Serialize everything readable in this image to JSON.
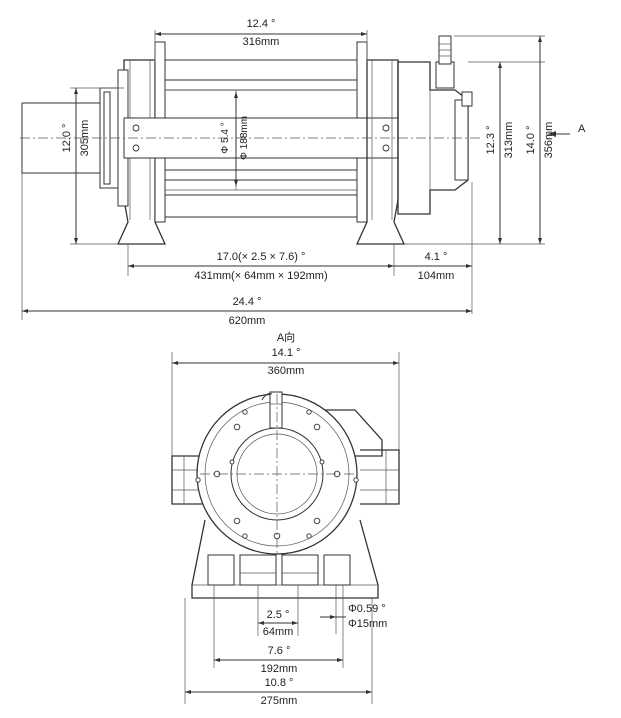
{
  "side_view": {
    "top_width_in": "12.4 °",
    "top_width_mm": "316mm",
    "height_left_in": "12.0 °",
    "height_left_mm": "305mm",
    "drum_dia_in": "Φ 5.4 °",
    "drum_dia_mm": "Φ 188mm",
    "height_right_in": "12.3 °",
    "height_right_mm": "313mm",
    "total_height_in": "14.0 °",
    "total_height_mm": "356mm",
    "arrow_label": "A",
    "base_length_in": "17.0(× 2.5 × 7.6) °",
    "base_length_mm": "431mm(× 64mm × 192mm)",
    "motor_in": "4.1 °",
    "motor_mm": "104mm",
    "total_length_in": "24.4 °",
    "total_length_mm": "620mm"
  },
  "front_view": {
    "title": "A向",
    "width_in": "14.1 °",
    "width_mm": "360mm",
    "bolt_gap_in": "2.5 °",
    "bolt_gap_mm": "64mm",
    "bolt_hole_in": "Φ0.59 °",
    "bolt_hole_mm": "Φ15mm",
    "bolt_span_in": "7.6 °",
    "bolt_span_mm": "192mm",
    "base_in": "10.8 °",
    "base_mm": "275mm"
  }
}
